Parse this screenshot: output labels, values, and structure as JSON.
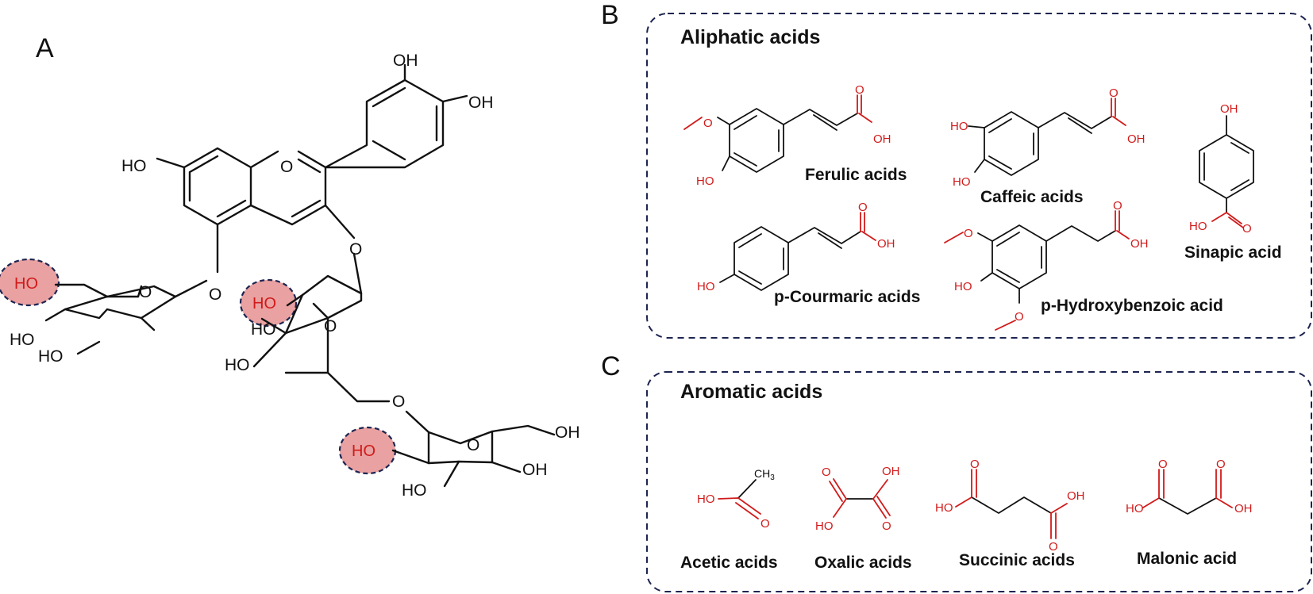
{
  "panels": {
    "a": {
      "label": "A"
    },
    "b": {
      "label": "B",
      "title": "Aliphatic acids"
    },
    "c": {
      "label": "C",
      "title": "Aromatic acids"
    }
  },
  "panel_a": {
    "atoms": {
      "oh": "OH",
      "ho": "HO",
      "o": "O",
      "ho_highlighted": "HO"
    }
  },
  "panel_b": {
    "compounds": [
      "Ferulic acids",
      "Caffeic acids",
      "Sinapic acid",
      "p-Courmaric acids",
      "p-Hydroxybenzoic acid"
    ]
  },
  "panel_c": {
    "compounds": [
      "Acetic acids",
      "Oxalic acids",
      "Succinic acids",
      "Malonic acid"
    ],
    "labels": {
      "ch3": "CH",
      "ch3_sub": "3"
    }
  },
  "small_atoms": {
    "o": "O",
    "oh": "OH",
    "ho": "HO"
  },
  "colors": {
    "heteroatom": "#d11a1a",
    "highlight": "#e48a8a",
    "box_border": "#1d2550"
  }
}
